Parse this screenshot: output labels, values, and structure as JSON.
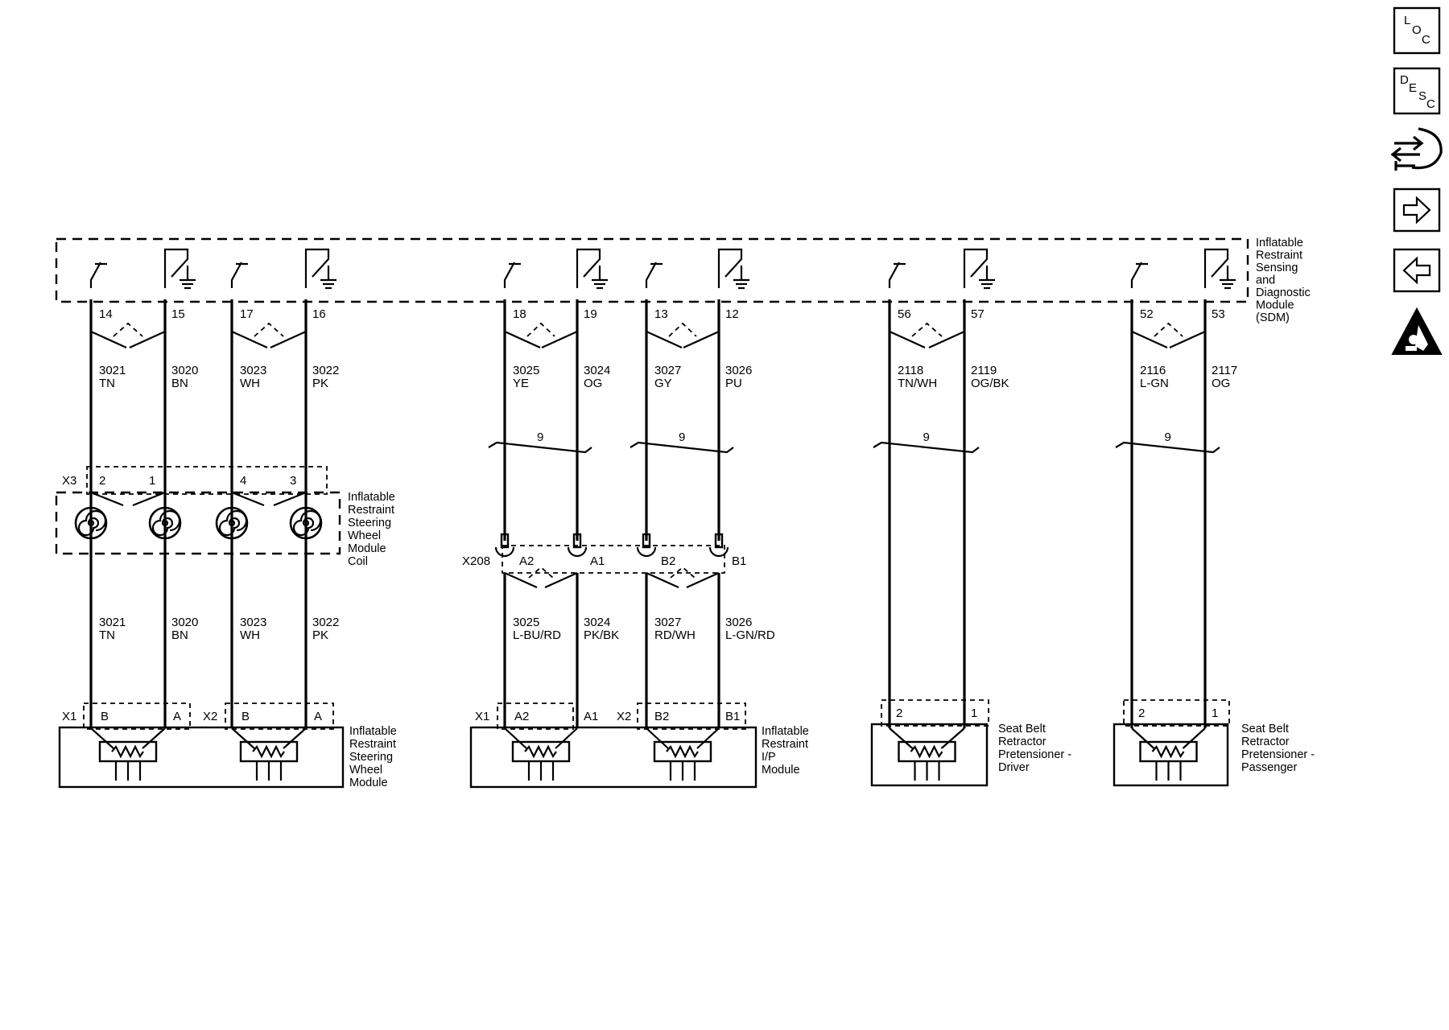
{
  "sdm": {
    "label_lines": [
      "Inflatable",
      "Restraint",
      "Sensing",
      "and",
      "Diagnostic",
      "Module",
      "(SDM)"
    ]
  },
  "pairs": [
    {
      "pins": [
        "14",
        "15"
      ],
      "upper": [
        [
          "3021",
          "TN"
        ],
        [
          "3020",
          "BN"
        ]
      ],
      "lower": [
        [
          "3021",
          "TN"
        ],
        [
          "3020",
          "BN"
        ]
      ]
    },
    {
      "pins": [
        "17",
        "16"
      ],
      "upper": [
        [
          "3023",
          "WH"
        ],
        [
          "3022",
          "PK"
        ]
      ],
      "lower": [
        [
          "3023",
          "WH"
        ],
        [
          "3022",
          "PK"
        ]
      ]
    },
    {
      "pins": [
        "18",
        "19"
      ],
      "upper": [
        [
          "3025",
          "YE"
        ],
        [
          "3024",
          "OG"
        ]
      ],
      "lower": [
        [
          "3025",
          "L-BU/RD"
        ],
        [
          "3024",
          "PK/BK"
        ]
      ],
      "twist": "9"
    },
    {
      "pins": [
        "13",
        "12"
      ],
      "upper": [
        [
          "3027",
          "GY"
        ],
        [
          "3026",
          "PU"
        ]
      ],
      "lower": [
        [
          "3027",
          "RD/WH"
        ],
        [
          "3026",
          "L-GN/RD"
        ]
      ],
      "twist": "9"
    },
    {
      "pins": [
        "56",
        "57"
      ],
      "upper": [
        [
          "2118",
          "TN/WH"
        ],
        [
          "2119",
          "OG/BK"
        ]
      ],
      "twist": "9"
    },
    {
      "pins": [
        "52",
        "53"
      ],
      "upper": [
        [
          "2116",
          "L-GN"
        ],
        [
          "2117",
          "OG"
        ]
      ],
      "twist": "9"
    }
  ],
  "coil": {
    "connector": "X3",
    "pins": [
      "2",
      "1",
      "4",
      "3"
    ],
    "label_lines": [
      "Inflatable",
      "Restraint",
      "Steering",
      "Wheel",
      "Module",
      "Coil"
    ]
  },
  "x208": {
    "connector": "X208",
    "pins": [
      "A2",
      "A1",
      "B2",
      "B1"
    ]
  },
  "steering_module": {
    "connectors": [
      "X1",
      "X2"
    ],
    "pins": [
      "B",
      "A",
      "B",
      "A"
    ],
    "label_lines": [
      "Inflatable",
      "Restraint",
      "Steering",
      "Wheel",
      "Module"
    ]
  },
  "ip_module": {
    "connectors": [
      "X1",
      "X2"
    ],
    "pins": [
      "A2",
      "A1",
      "B2",
      "B1"
    ],
    "label_lines": [
      "Inflatable",
      "Restraint",
      "I/P",
      "Module"
    ]
  },
  "driver_pretensioner": {
    "pins": [
      "2",
      "1"
    ],
    "label_lines": [
      "Seat Belt",
      "Retractor",
      "Pretensioner -",
      "Driver"
    ]
  },
  "passenger_pretensioner": {
    "pins": [
      "2",
      "1"
    ],
    "label_lines": [
      "Seat Belt",
      "Retractor",
      "Pretensioner -",
      "Passenger"
    ]
  },
  "sidebar": {
    "loc": [
      "L",
      "O",
      "C"
    ],
    "desc": [
      "D",
      "E",
      "S",
      "C"
    ],
    "buttons": [
      "loc-icon",
      "desc-icon",
      "connector-repair-icon",
      "arrow-right-icon",
      "arrow-left-icon",
      "airbag-warning-icon"
    ]
  }
}
